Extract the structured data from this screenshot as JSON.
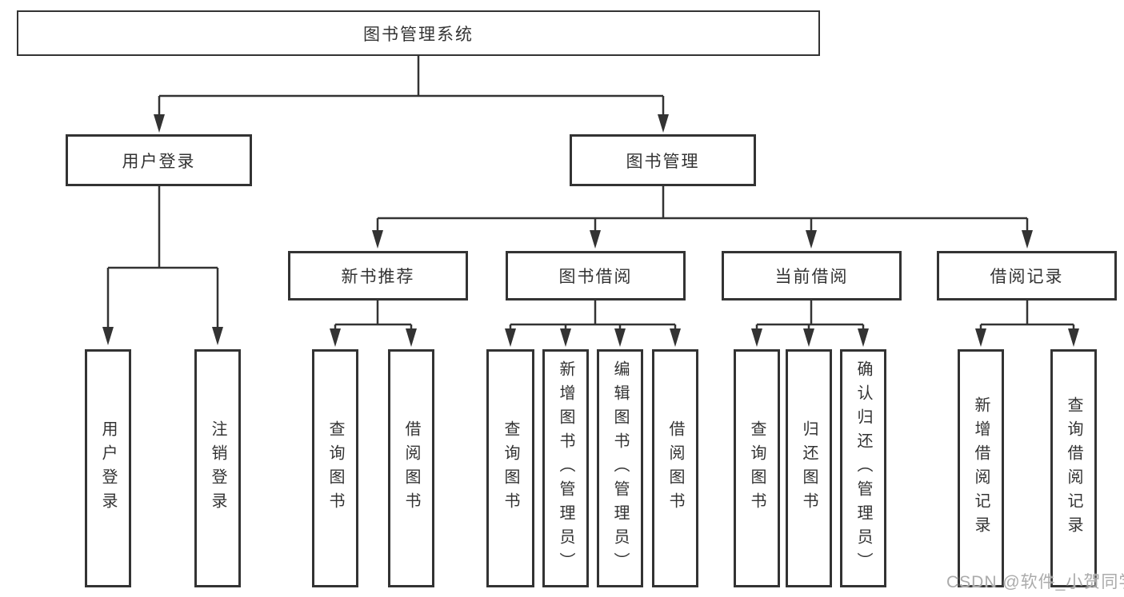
{
  "diagram": {
    "root": {
      "label": "图书管理系统"
    },
    "level2": [
      {
        "label": "用户登录"
      },
      {
        "label": "图书管理"
      }
    ],
    "level3": [
      {
        "label": "新书推荐"
      },
      {
        "label": "图书借阅"
      },
      {
        "label": "当前借阅"
      },
      {
        "label": "借阅记录"
      }
    ],
    "leaves": [
      {
        "label": "用户登录"
      },
      {
        "label": "注销登录"
      },
      {
        "label": "查询图书"
      },
      {
        "label": "借阅图书"
      },
      {
        "label": "查询图书"
      },
      {
        "label": "新增图书（管理员）"
      },
      {
        "label": "编辑图书（管理员）"
      },
      {
        "label": "借阅图书"
      },
      {
        "label": "查询图书"
      },
      {
        "label": "归还图书"
      },
      {
        "label": "确认归还（管理员）"
      },
      {
        "label": "新增借阅记录"
      },
      {
        "label": "查询借阅记录"
      }
    ],
    "watermark": "CSDN @软件_小贺同学"
  },
  "colors": {
    "line": "#333333",
    "box_border": "#333333",
    "text": "#333333",
    "watermark": "#ababab",
    "background": "#ffffff"
  }
}
